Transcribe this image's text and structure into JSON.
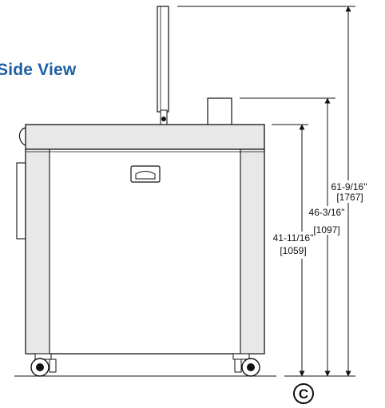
{
  "heading": "Side View",
  "dimensions": [
    {
      "imperial": "61-9/16\"",
      "metric": "[1767]"
    },
    {
      "imperial": "46-3/16\"",
      "metric": "[1097]"
    },
    {
      "imperial": "41-11/16\"",
      "metric": "[1059]"
    }
  ],
  "callout": "C",
  "colors": {
    "heading": "#1e5fa0",
    "line": "#111111",
    "fill": "#e8e8e8"
  }
}
